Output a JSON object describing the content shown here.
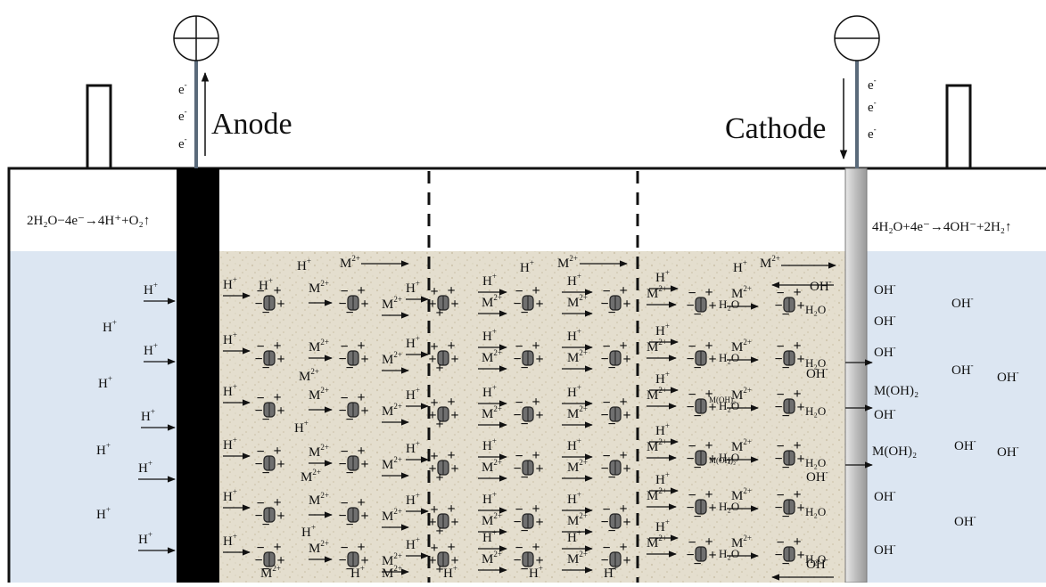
{
  "electrodes": {
    "anode_label": "Anode",
    "cathode_label": "Cathode",
    "anode_terminal_symbol": "positive",
    "cathode_terminal_symbol": "negative",
    "electron": "e",
    "electron_charge": "-"
  },
  "reactions": {
    "anode": "2H₂O−4e⁻→4H⁺+O₂↑",
    "cathode": "4H₂O+4e⁻→4OH⁻+2H₂↑"
  },
  "ions": {
    "h": "H",
    "h_charge": "+",
    "m": "M",
    "m_charge": "2+",
    "oh": "OH",
    "oh_charge": "-",
    "water": "H₂O",
    "hydroxide": "M(OH)₂",
    "hydroxide_small": "M(OH)₂",
    "plus": "+",
    "minus": "−"
  },
  "colors": {
    "electrolyte": "#dce6f2",
    "soil": "#e2dccb",
    "anode_plate": "#000000",
    "cathode_plate": "#bdbdbd",
    "wire": "#5a6a7a"
  }
}
